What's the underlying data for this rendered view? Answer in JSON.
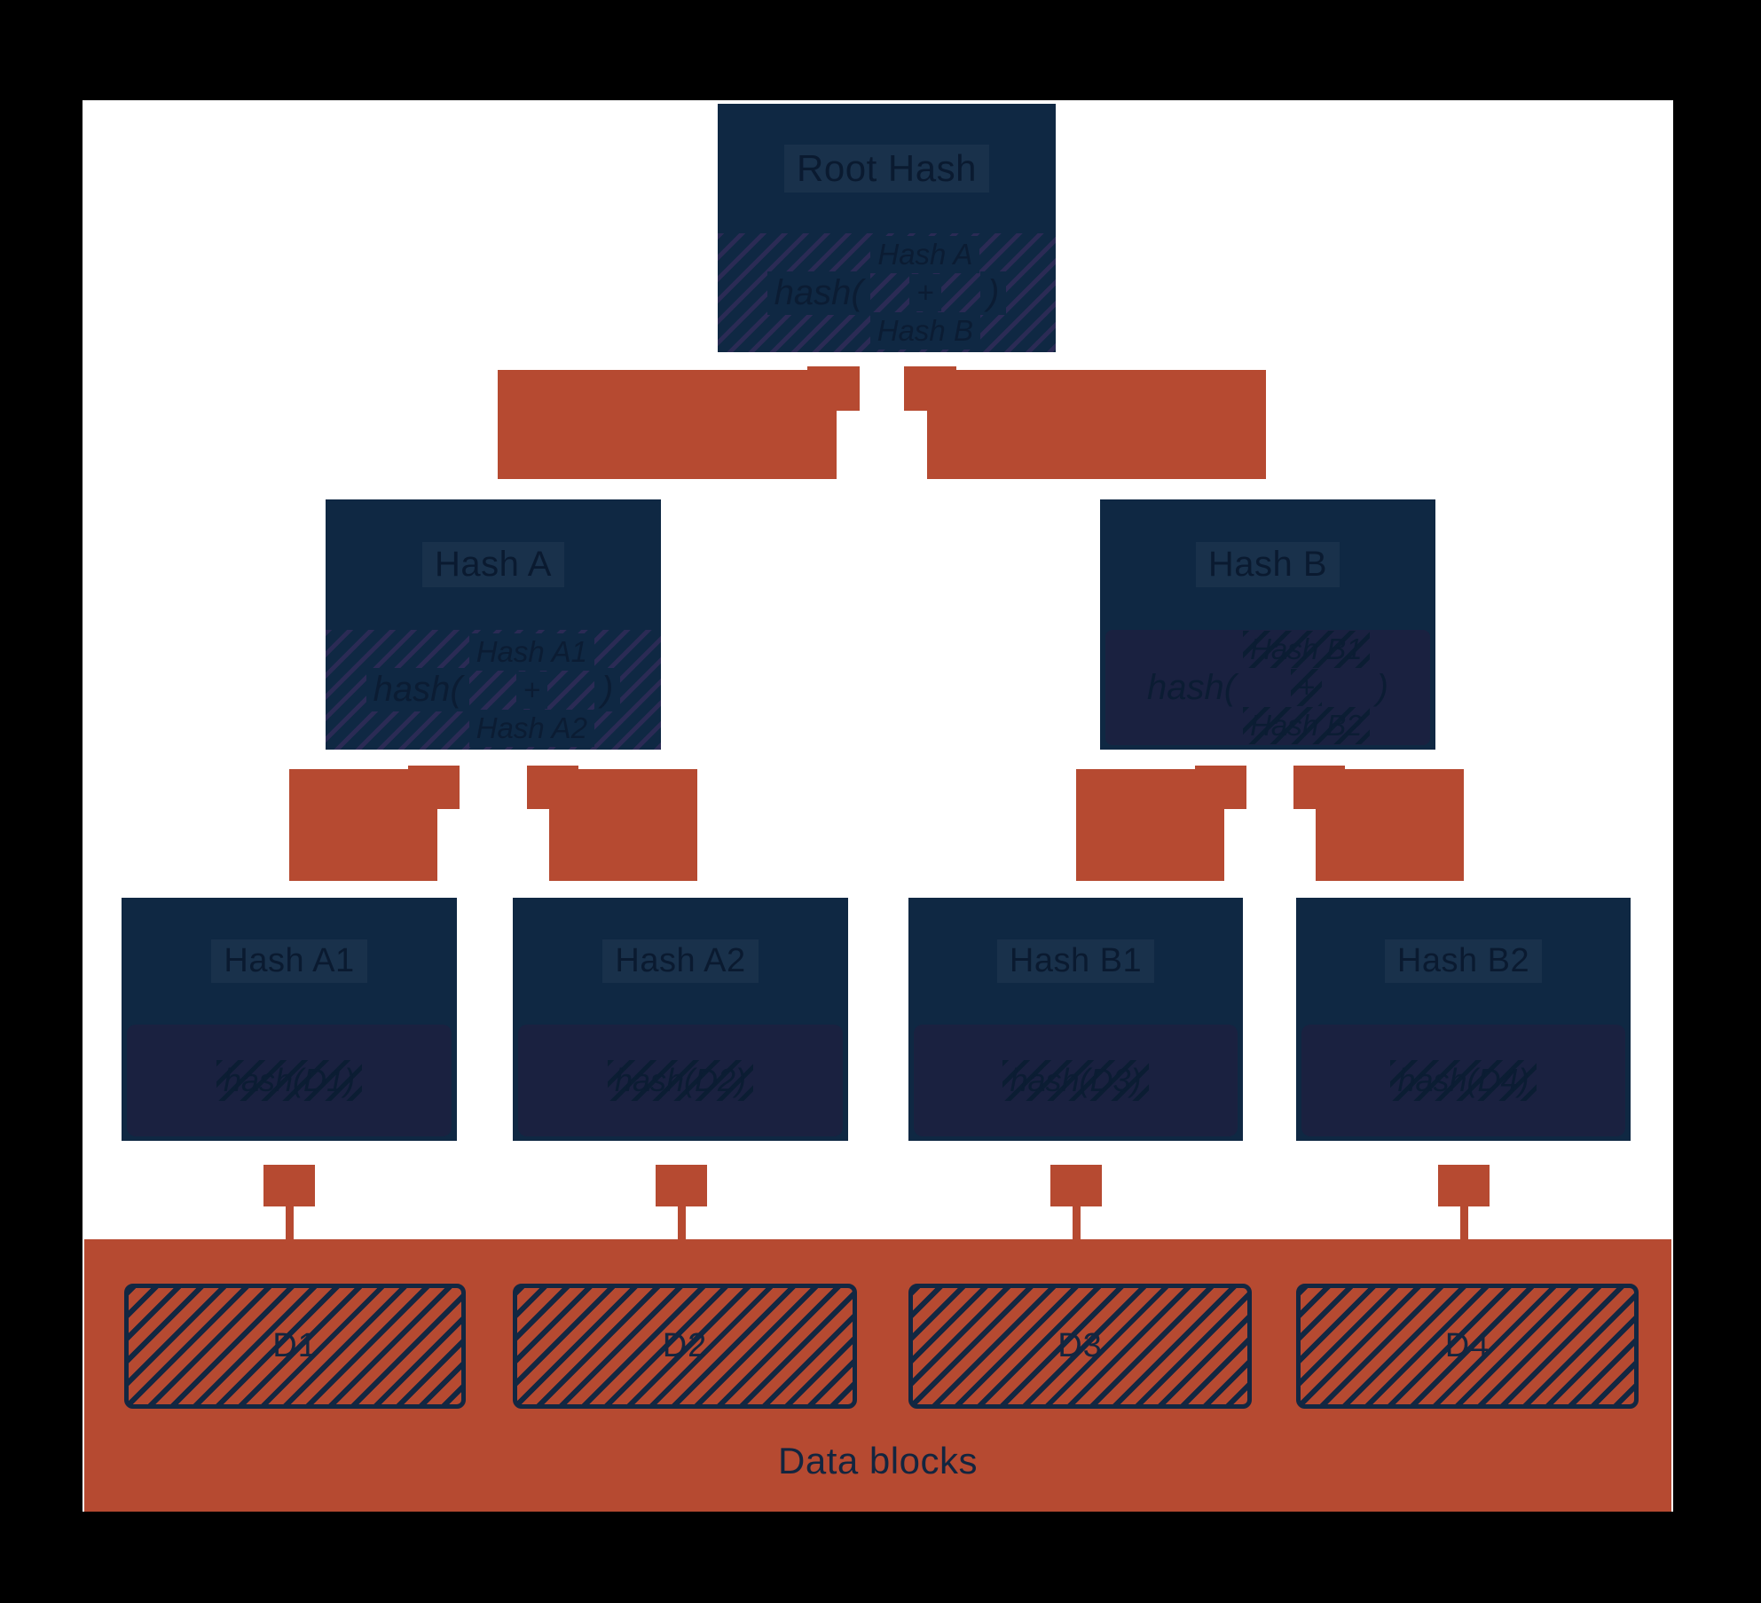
{
  "colors": {
    "frame": "#000000",
    "canvas": "#ffffff",
    "node_navy": "#0f2843",
    "band_navy": "#1a2140",
    "hatch_purple": "#2b2b55",
    "accent_red": "#b64a31",
    "ink_navy": "#0b1c33"
  },
  "nodes": {
    "root": {
      "title": "Root Hash",
      "formula": {
        "fn": "hash(",
        "operand_top": "Hash A",
        "operator": "+",
        "operand_bottom": "Hash B",
        "close": ")"
      }
    },
    "hash_a": {
      "title": "Hash A",
      "formula": {
        "fn": "hash(",
        "operand_top": "Hash A1",
        "operator": "+",
        "operand_bottom": "Hash A2",
        "close": ")"
      }
    },
    "hash_b": {
      "title": "Hash B",
      "formula": {
        "fn": "hash(",
        "operand_top": "Hash B1",
        "operator": "+",
        "operand_bottom": "Hash B2",
        "close": ")"
      }
    },
    "leaves": [
      {
        "title": "Hash A1",
        "formula": "hash(D1)"
      },
      {
        "title": "Hash A2",
        "formula": "hash(D2)"
      },
      {
        "title": "Hash B1",
        "formula": "hash(D3)"
      },
      {
        "title": "Hash B2",
        "formula": "hash(D4)"
      }
    ]
  },
  "data_blocks": {
    "caption": "Data blocks",
    "labels": [
      "D1",
      "D2",
      "D3",
      "D4"
    ]
  }
}
